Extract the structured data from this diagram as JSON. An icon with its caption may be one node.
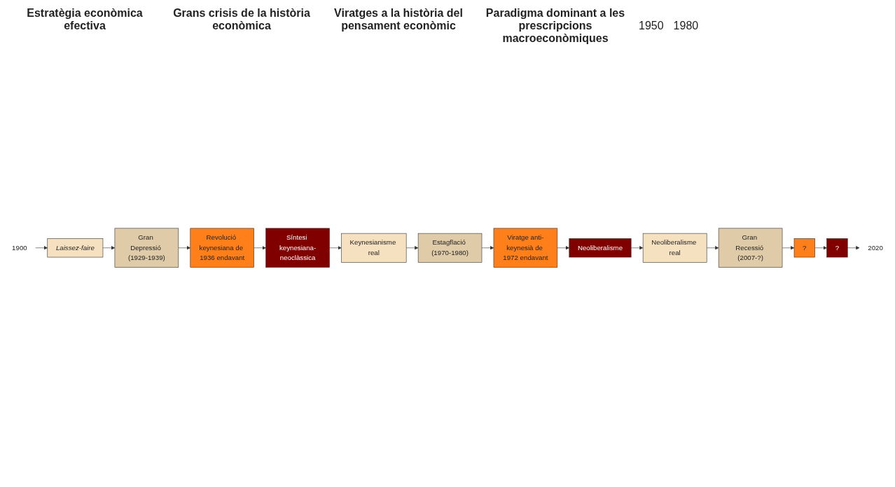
{
  "diagram": {
    "nodes": [
      {
        "text": [
          "1900"
        ]
      },
      {
        "text": [
          "Laissez-faire"
        ]
      },
      {
        "text": [
          "Gran Depressió (1929-1939)"
        ]
      },
      {
        "text": [
          "Revolució keynesiana de 1936 endavant"
        ]
      },
      {
        "text": [
          "Síntesi keynesiana-neoclàssica"
        ]
      },
      {
        "text": [
          "Keynesianisme real"
        ]
      },
      {
        "text": [
          "Estagflació (1970-1980)"
        ]
      },
      {
        "text": [
          "Viratge anti-keynesià de 1972 endavant"
        ]
      },
      {
        "text": [
          "Neoliberalisme"
        ]
      },
      {
        "text": [
          "Neoliberalisme real"
        ]
      },
      {
        "text": [
          "Gran Recessió (2007-?)"
        ]
      },
      {
        "text": [
          "?"
        ]
      },
      {
        "text": [
          "?"
        ]
      },
      {
        "text": [
          "2020"
        ]
      }
    ],
    "edges": [
      {
        "from": 0,
        "to": 1,
        "arrow": "to"
      },
      {
        "from": 1,
        "to": 2,
        "arrow": "to"
      },
      {
        "from": 2,
        "to": 3,
        "arrow": "to"
      },
      {
        "from": 3,
        "to": 4,
        "arrow": "to"
      },
      {
        "from": 4,
        "to": 5,
        "arrow": "to"
      },
      {
        "from": 5,
        "to": 6,
        "arrow": "to"
      },
      {
        "from": 6,
        "to": 7,
        "arrow": "to"
      },
      {
        "from": 7,
        "to": 8,
        "arrow": "to"
      },
      {
        "from": 8,
        "to": 9,
        "arrow": "to"
      },
      {
        "from": 9,
        "to": 10,
        "arrow": "to"
      },
      {
        "from": 10,
        "to": 11,
        "arrow": "to"
      },
      {
        "from": 11,
        "to": 12,
        "arrow": "to"
      },
      {
        "from": 12,
        "to": 13,
        "arrow": "to"
      }
    ],
    "labels": [
      "Estratègia econòmica efectiva",
      "Grans crisis de la història econòmica",
      "Viratges a la història del pensament econòmic",
      "Paradigma dominant a les prescripcions macroeconòmiques",
      "1950",
      "1980"
    ]
  }
}
